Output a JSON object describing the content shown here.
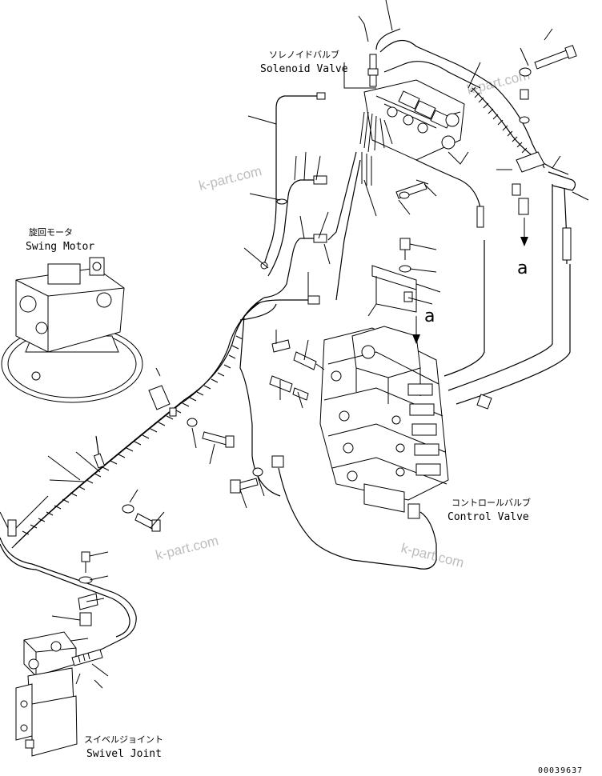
{
  "labels": {
    "solenoid_valve_jp": "ソレノイドバルブ",
    "solenoid_valve_en": "Solenoid Valve",
    "swing_motor_jp": "旋回モータ",
    "swing_motor_en": "Swing Motor",
    "control_valve_jp": "コントロールバルブ",
    "control_valve_en": "Control Valve",
    "swivel_joint_jp": "スイベルジョイント",
    "swivel_joint_en": "Swivel Joint"
  },
  "view_markers": [
    "a",
    "a"
  ],
  "watermarks": [
    "k-part.com",
    "k-part.com",
    "k-part.com",
    "k-part.com"
  ],
  "drawing_number": "00039637"
}
